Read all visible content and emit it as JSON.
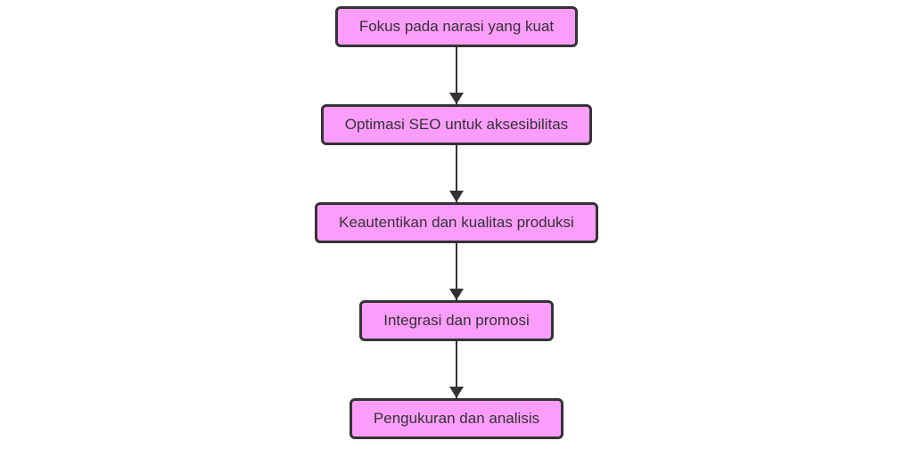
{
  "diagram": {
    "type": "flowchart",
    "direction": "top-down",
    "colors": {
      "background": "#ffffff",
      "node_fill": "#fc9dfc",
      "node_border": "#333333",
      "node_text": "#333333",
      "arrow": "#333333"
    },
    "nodes": [
      {
        "label": "Fokus pada narasi yang kuat"
      },
      {
        "label": "Optimasi SEO untuk aksesibilitas"
      },
      {
        "label": "Keautentikan dan kualitas produksi"
      },
      {
        "label": "Integrasi dan promosi"
      },
      {
        "label": "Pengukuran dan analisis"
      }
    ],
    "edges": [
      {
        "from": 0,
        "to": 1
      },
      {
        "from": 1,
        "to": 2
      },
      {
        "from": 2,
        "to": 3
      },
      {
        "from": 3,
        "to": 4
      }
    ]
  }
}
